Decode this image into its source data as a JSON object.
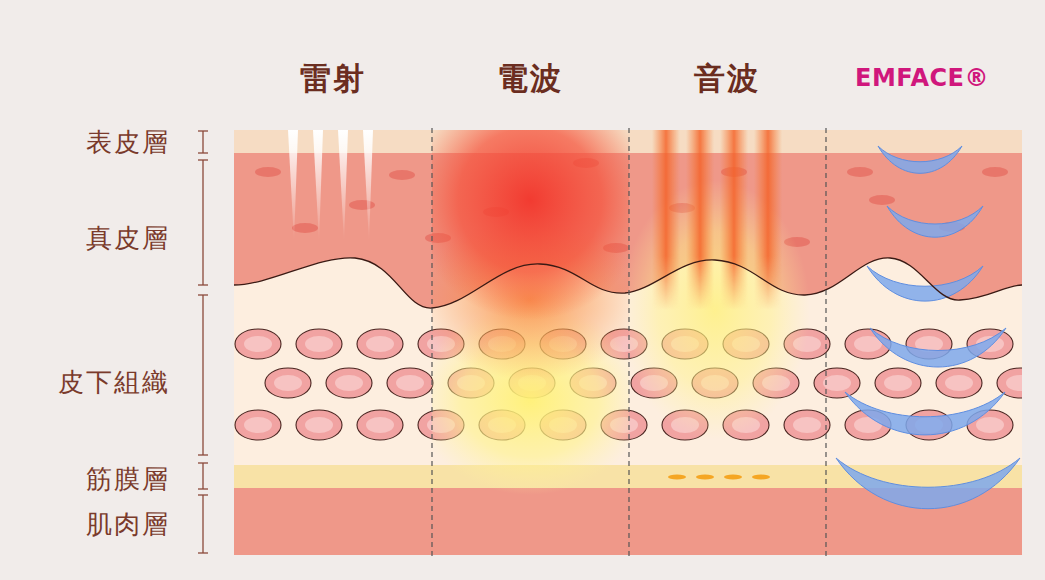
{
  "diagram": {
    "labels": [
      "雷射",
      "電波",
      "音波",
      "EMFACE®",
      "表皮層",
      "真皮層",
      "皮下組織",
      "筋膜層",
      "肌肉層"
    ]
  }
}
